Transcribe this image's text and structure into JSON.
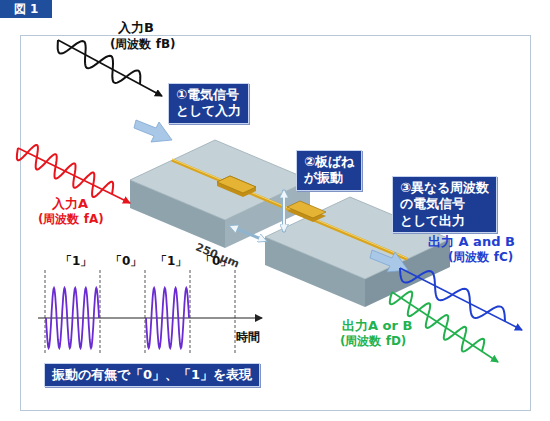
{
  "diagram": {
    "title": "図 1",
    "nodes": [
      {
        "text": [
          "①電気信号 として入力"
        ]
      },
      {
        "text": [
          "②板ばね が振動"
        ]
      },
      {
        "text": [
          "③異なる周波数 の電気信号 として出力"
        ]
      },
      {
        "text": [
          "振動の有無で「0」、「1」を表現"
        ]
      }
    ],
    "labels": [
      "入力B",
      "(周波数 fB)",
      "入力A",
      "(周波数 fA)",
      "250 μm",
      "出力 A and B",
      "(周波数 fC)",
      "出力A or B",
      "(周波数 fD)",
      "「1」",
      "「0」",
      "「1」",
      "「0」",
      "時間"
    ]
  }
}
